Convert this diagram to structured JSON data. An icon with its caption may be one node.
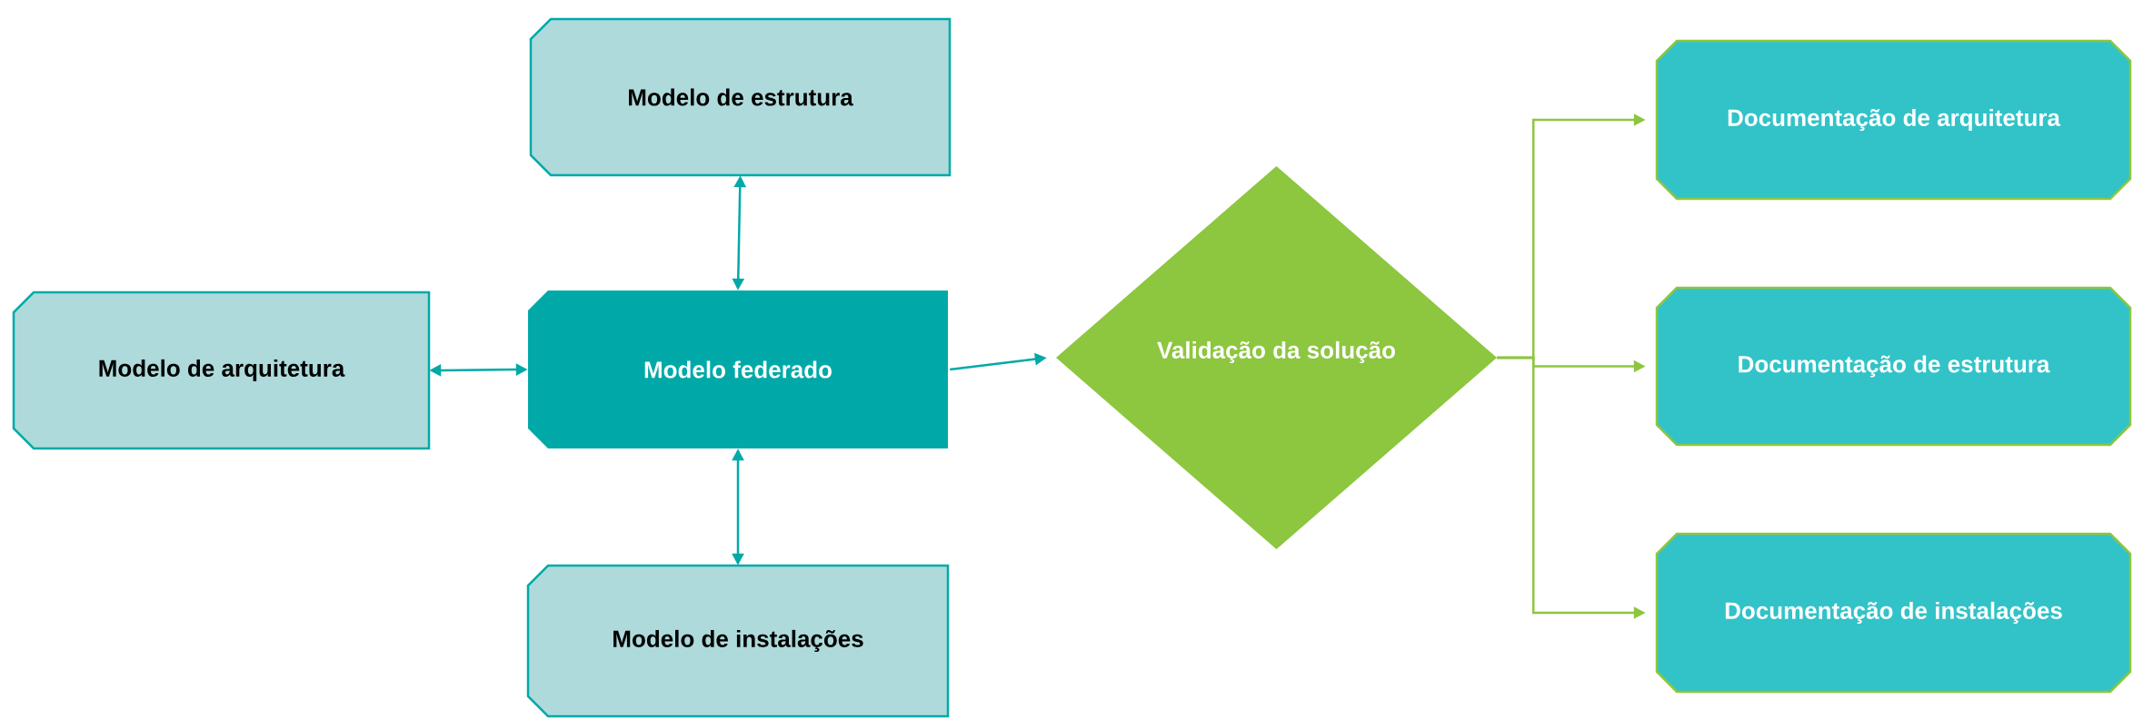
{
  "diagram": {
    "nodes": [
      {
        "text": [
          "Modelo de estrutura"
        ]
      },
      {
        "text": [
          "Modelo de arquitetura"
        ]
      },
      {
        "text": [
          "Modelo federado"
        ]
      },
      {
        "text": [
          "Modelo de instalações"
        ]
      },
      {
        "text": [
          "Validação da solução"
        ]
      },
      {
        "text": [
          "Documentação de arquitetura"
        ]
      },
      {
        "text": [
          "Documentação de estrutura"
        ]
      },
      {
        "text": [
          "Documentação de instalações"
        ]
      }
    ],
    "edges": [
      {
        "from": 0,
        "to": 2,
        "arrow": "both"
      },
      {
        "from": 1,
        "to": 2,
        "arrow": "both"
      },
      {
        "from": 2,
        "to": 3,
        "arrow": "both"
      },
      {
        "from": 2,
        "to": 4,
        "arrow": "to"
      },
      {
        "from": 4,
        "to": 5,
        "arrow": "to",
        "color": "#8dc63f"
      },
      {
        "from": 4,
        "to": 6,
        "arrow": "to",
        "color": "#8dc63f"
      },
      {
        "from": 4,
        "to": 7,
        "arrow": "to",
        "color": "#8dc63f"
      }
    ]
  }
}
